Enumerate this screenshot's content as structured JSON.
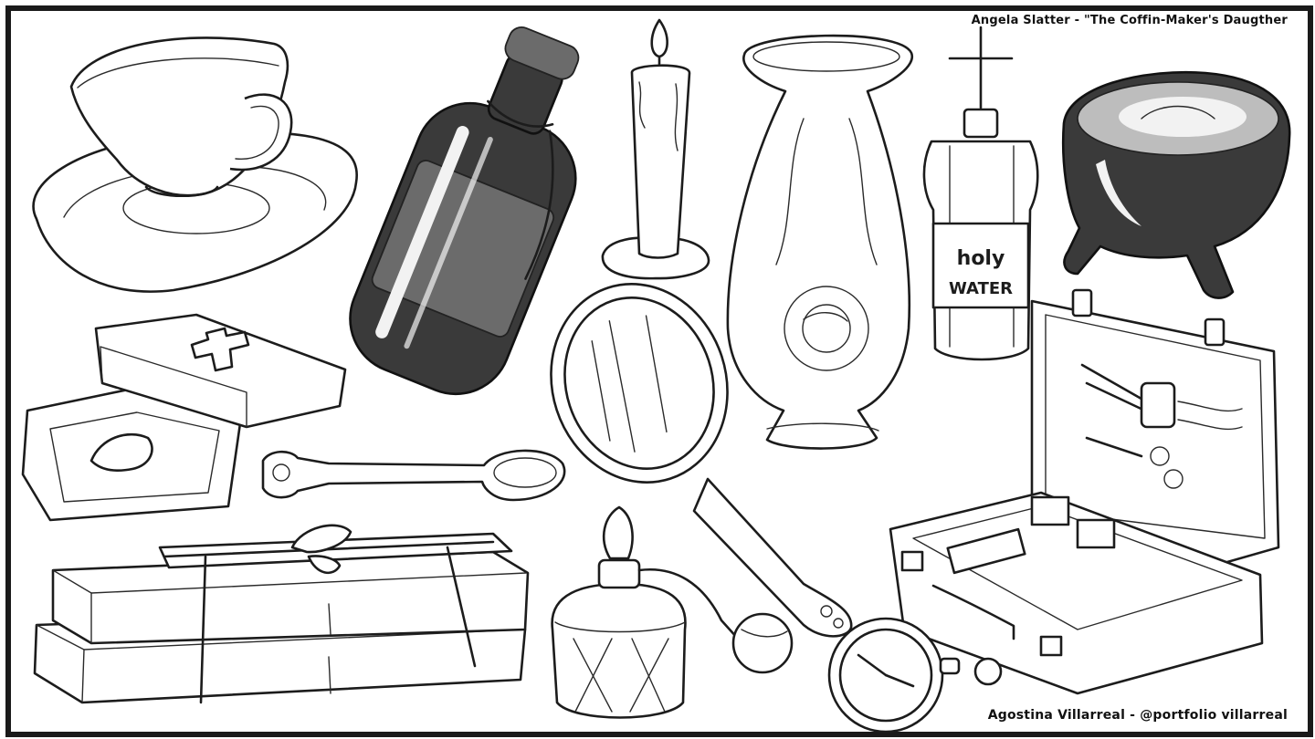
{
  "header": {
    "title": "Angela Slatter - \"The Coffin-Maker's Daugther"
  },
  "footer": {
    "credit": "Agostina Villarreal - @portfolio villarreal"
  },
  "illustration": {
    "style": "grayscale ink sketch, prop sheet",
    "label_text": {
      "holy_water_line1": "holy",
      "holy_water_line2": "WATER"
    },
    "colors": {
      "ink": "#1c1c1c",
      "paper": "#ffffff",
      "shadow": "#3a3a3a",
      "midtone": "#6b6b6b",
      "highlight": "#bdbdbd"
    }
  }
}
